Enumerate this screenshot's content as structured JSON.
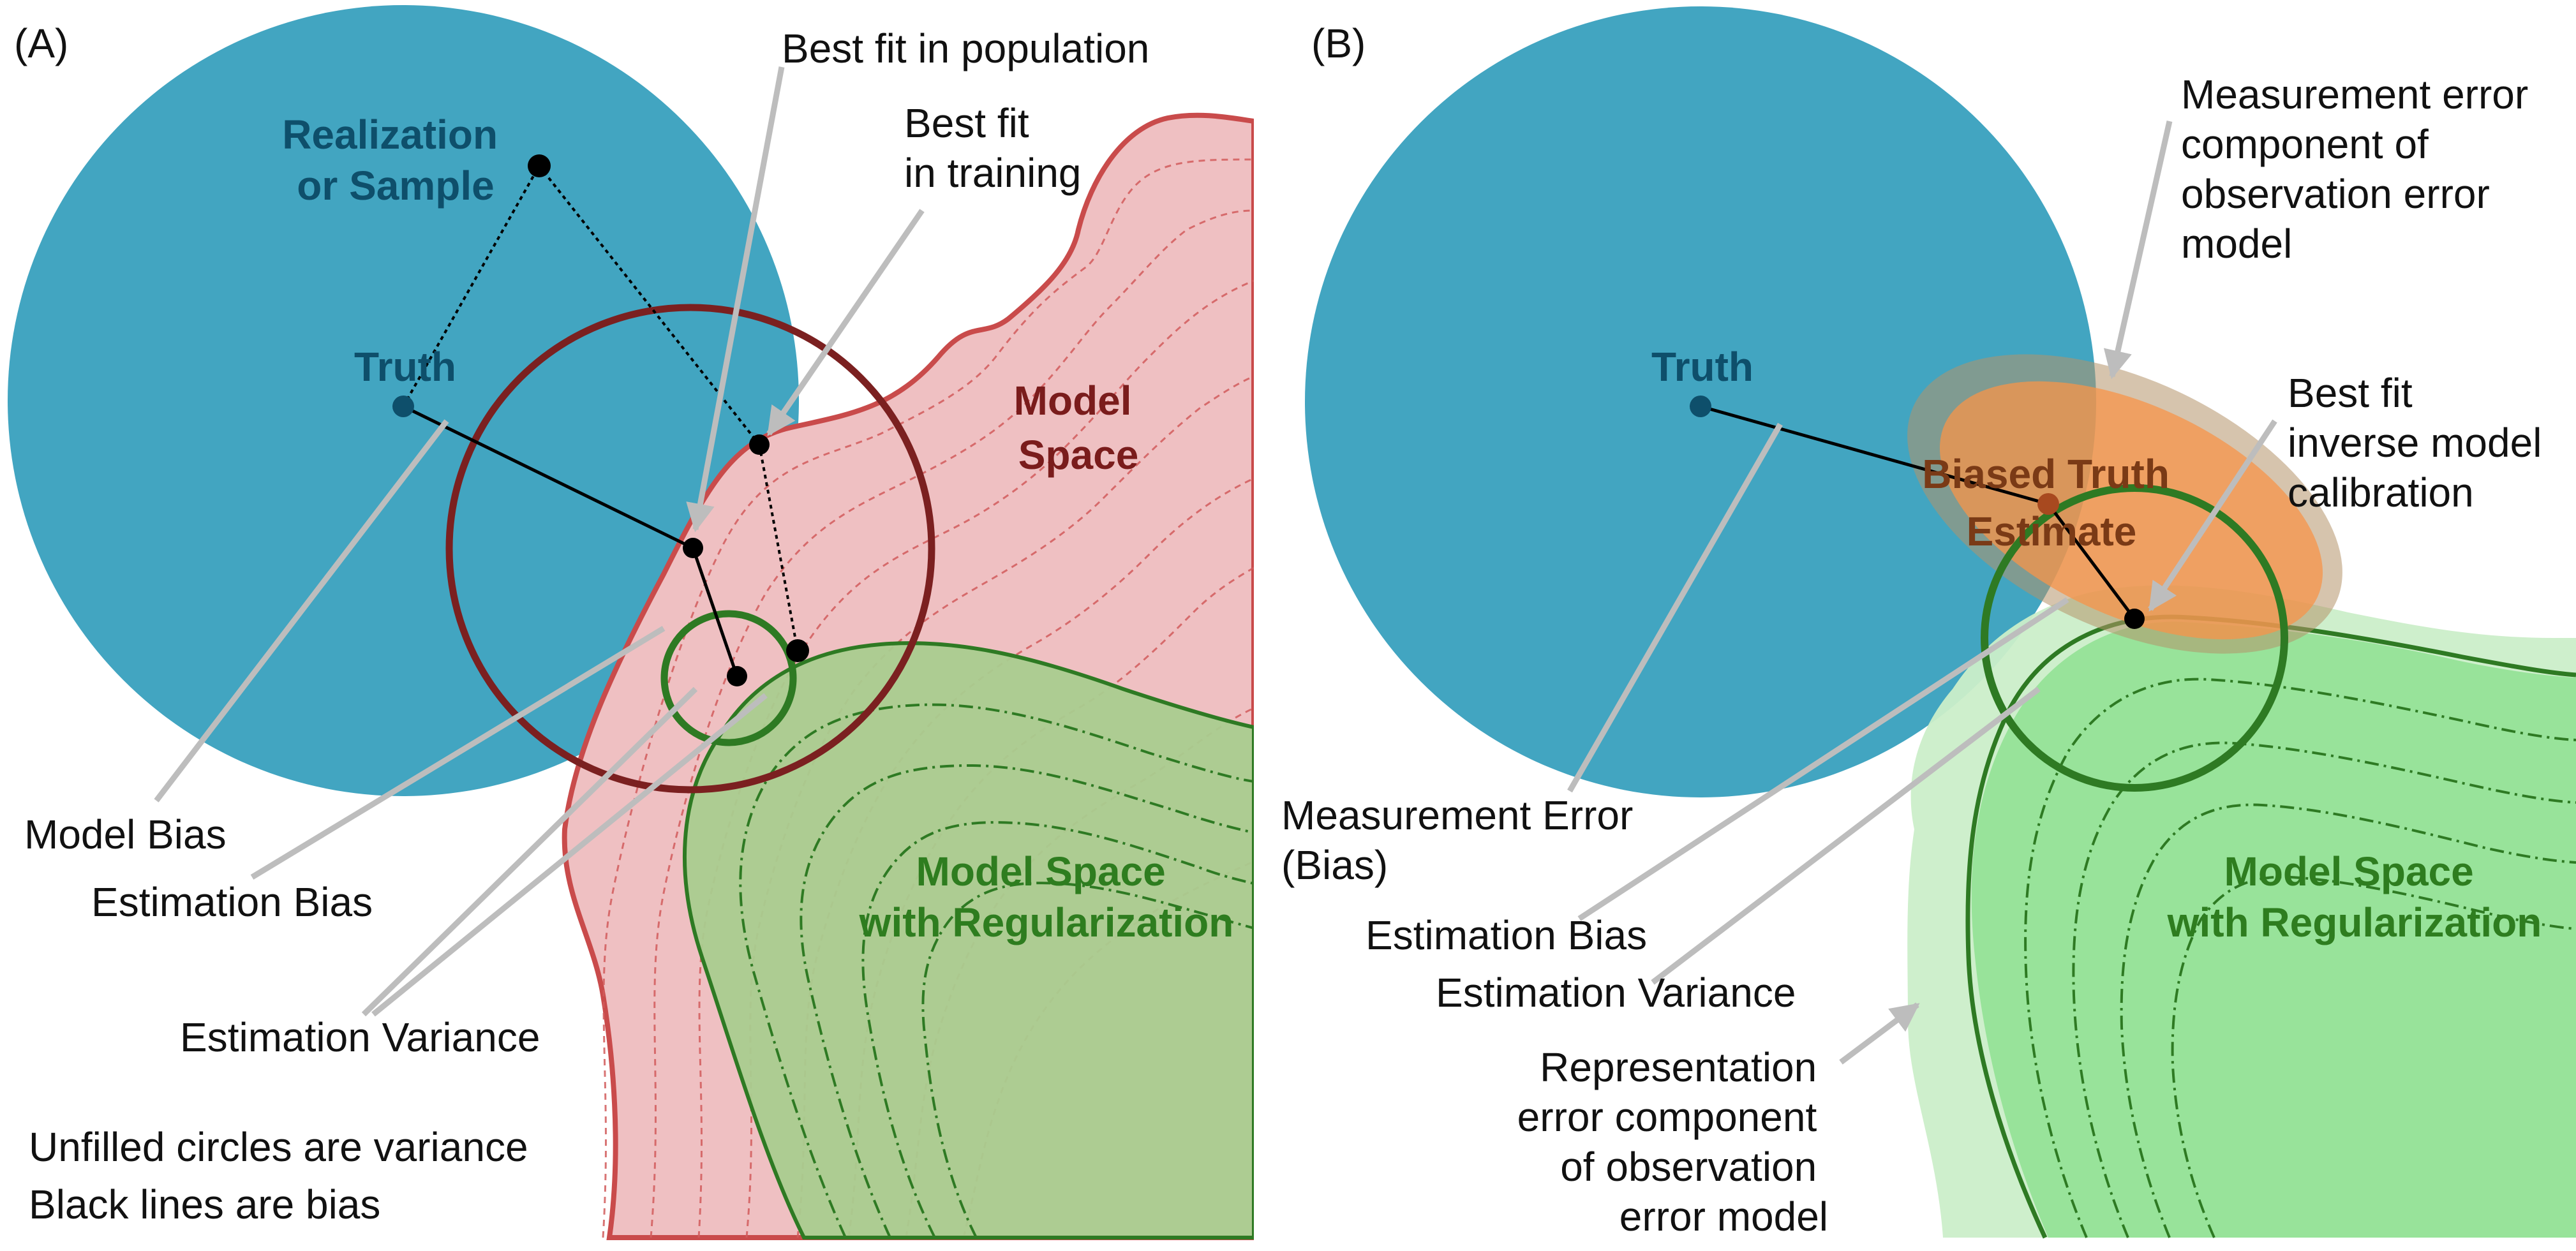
{
  "colors": {
    "circle_blue": "#42a5c1",
    "model_space_fill": "#efc0c2",
    "model_space_edge": "#c94b4b",
    "variance_ring": "#7b2020",
    "reg_fill_a": "#a9cc8f",
    "reg_fill_b": "#98e39a",
    "reg_edge": "#2e7a23",
    "ellipse_outer": "#b5946a",
    "ellipse_inner": "#f7944a",
    "arrow_gray": "#bdbdbd"
  },
  "panel_a": {
    "tag": "(A)",
    "sample_label": [
      "Realization",
      "or Sample"
    ],
    "truth_label": "Truth",
    "model_space_label": [
      "Model",
      "Space"
    ],
    "reg_label": [
      "Model Space",
      "with Regularization"
    ],
    "best_fit_population": "Best fit in population",
    "best_fit_training": [
      "Best fit",
      "in training"
    ],
    "model_bias": "Model Bias",
    "estimation_bias": "Estimation Bias",
    "estimation_variance": "Estimation Variance",
    "note": [
      "Unfilled circles are variance",
      "Black lines are bias"
    ]
  },
  "panel_b": {
    "tag": "(B)",
    "truth_label": "Truth",
    "biased_truth": [
      "Biased Truth",
      "Estimate"
    ],
    "measurement_error_component": [
      "Measurement error",
      "component of",
      "observation error",
      "model"
    ],
    "best_fit_inverse": [
      "Best fit",
      "inverse model",
      "calibration"
    ],
    "measurement_error": [
      "Measurement Error",
      "(Bias)"
    ],
    "estimation_bias": "Estimation Bias",
    "estimation_variance": "Estimation Variance",
    "reg_label": [
      "Model Space",
      "with Regularization"
    ],
    "representation_error": [
      "Representation",
      "error component",
      "of observation",
      "error model"
    ]
  }
}
